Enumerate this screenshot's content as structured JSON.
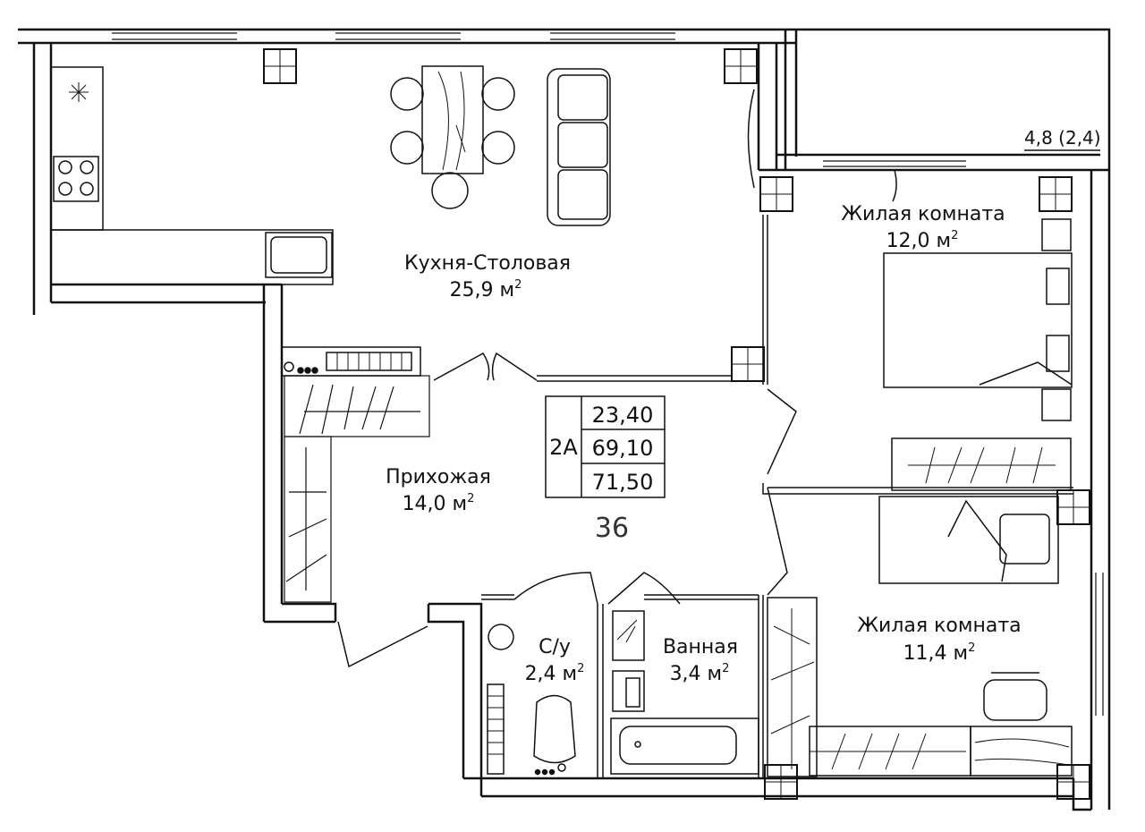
{
  "rooms": {
    "kitchen": {
      "name": "Кухня-Столовая",
      "area": "25,9 м",
      "unit_sup": "2"
    },
    "bedroom1": {
      "name": "Жилая комната",
      "area": "12,0 м",
      "unit_sup": "2"
    },
    "hall": {
      "name": "Прихожая",
      "area": "14,0 м",
      "unit_sup": "2"
    },
    "wc": {
      "name": "С/у",
      "area": "2,4 м",
      "unit_sup": "2"
    },
    "bath": {
      "name": "Ванная",
      "area": "3,4 м",
      "unit_sup": "2"
    },
    "bedroom2": {
      "name": "Жилая комната",
      "area": "11,4 м",
      "unit_sup": "2"
    }
  },
  "balcony": {
    "label": "4,8 (2,4)"
  },
  "summary": {
    "type": "2А",
    "values": [
      "23,40",
      "69,10",
      "71,50"
    ]
  },
  "apartment_number": "36",
  "colors": {
    "wall": "#111111",
    "wall_fill": "#ffffff",
    "line": "#222222"
  }
}
